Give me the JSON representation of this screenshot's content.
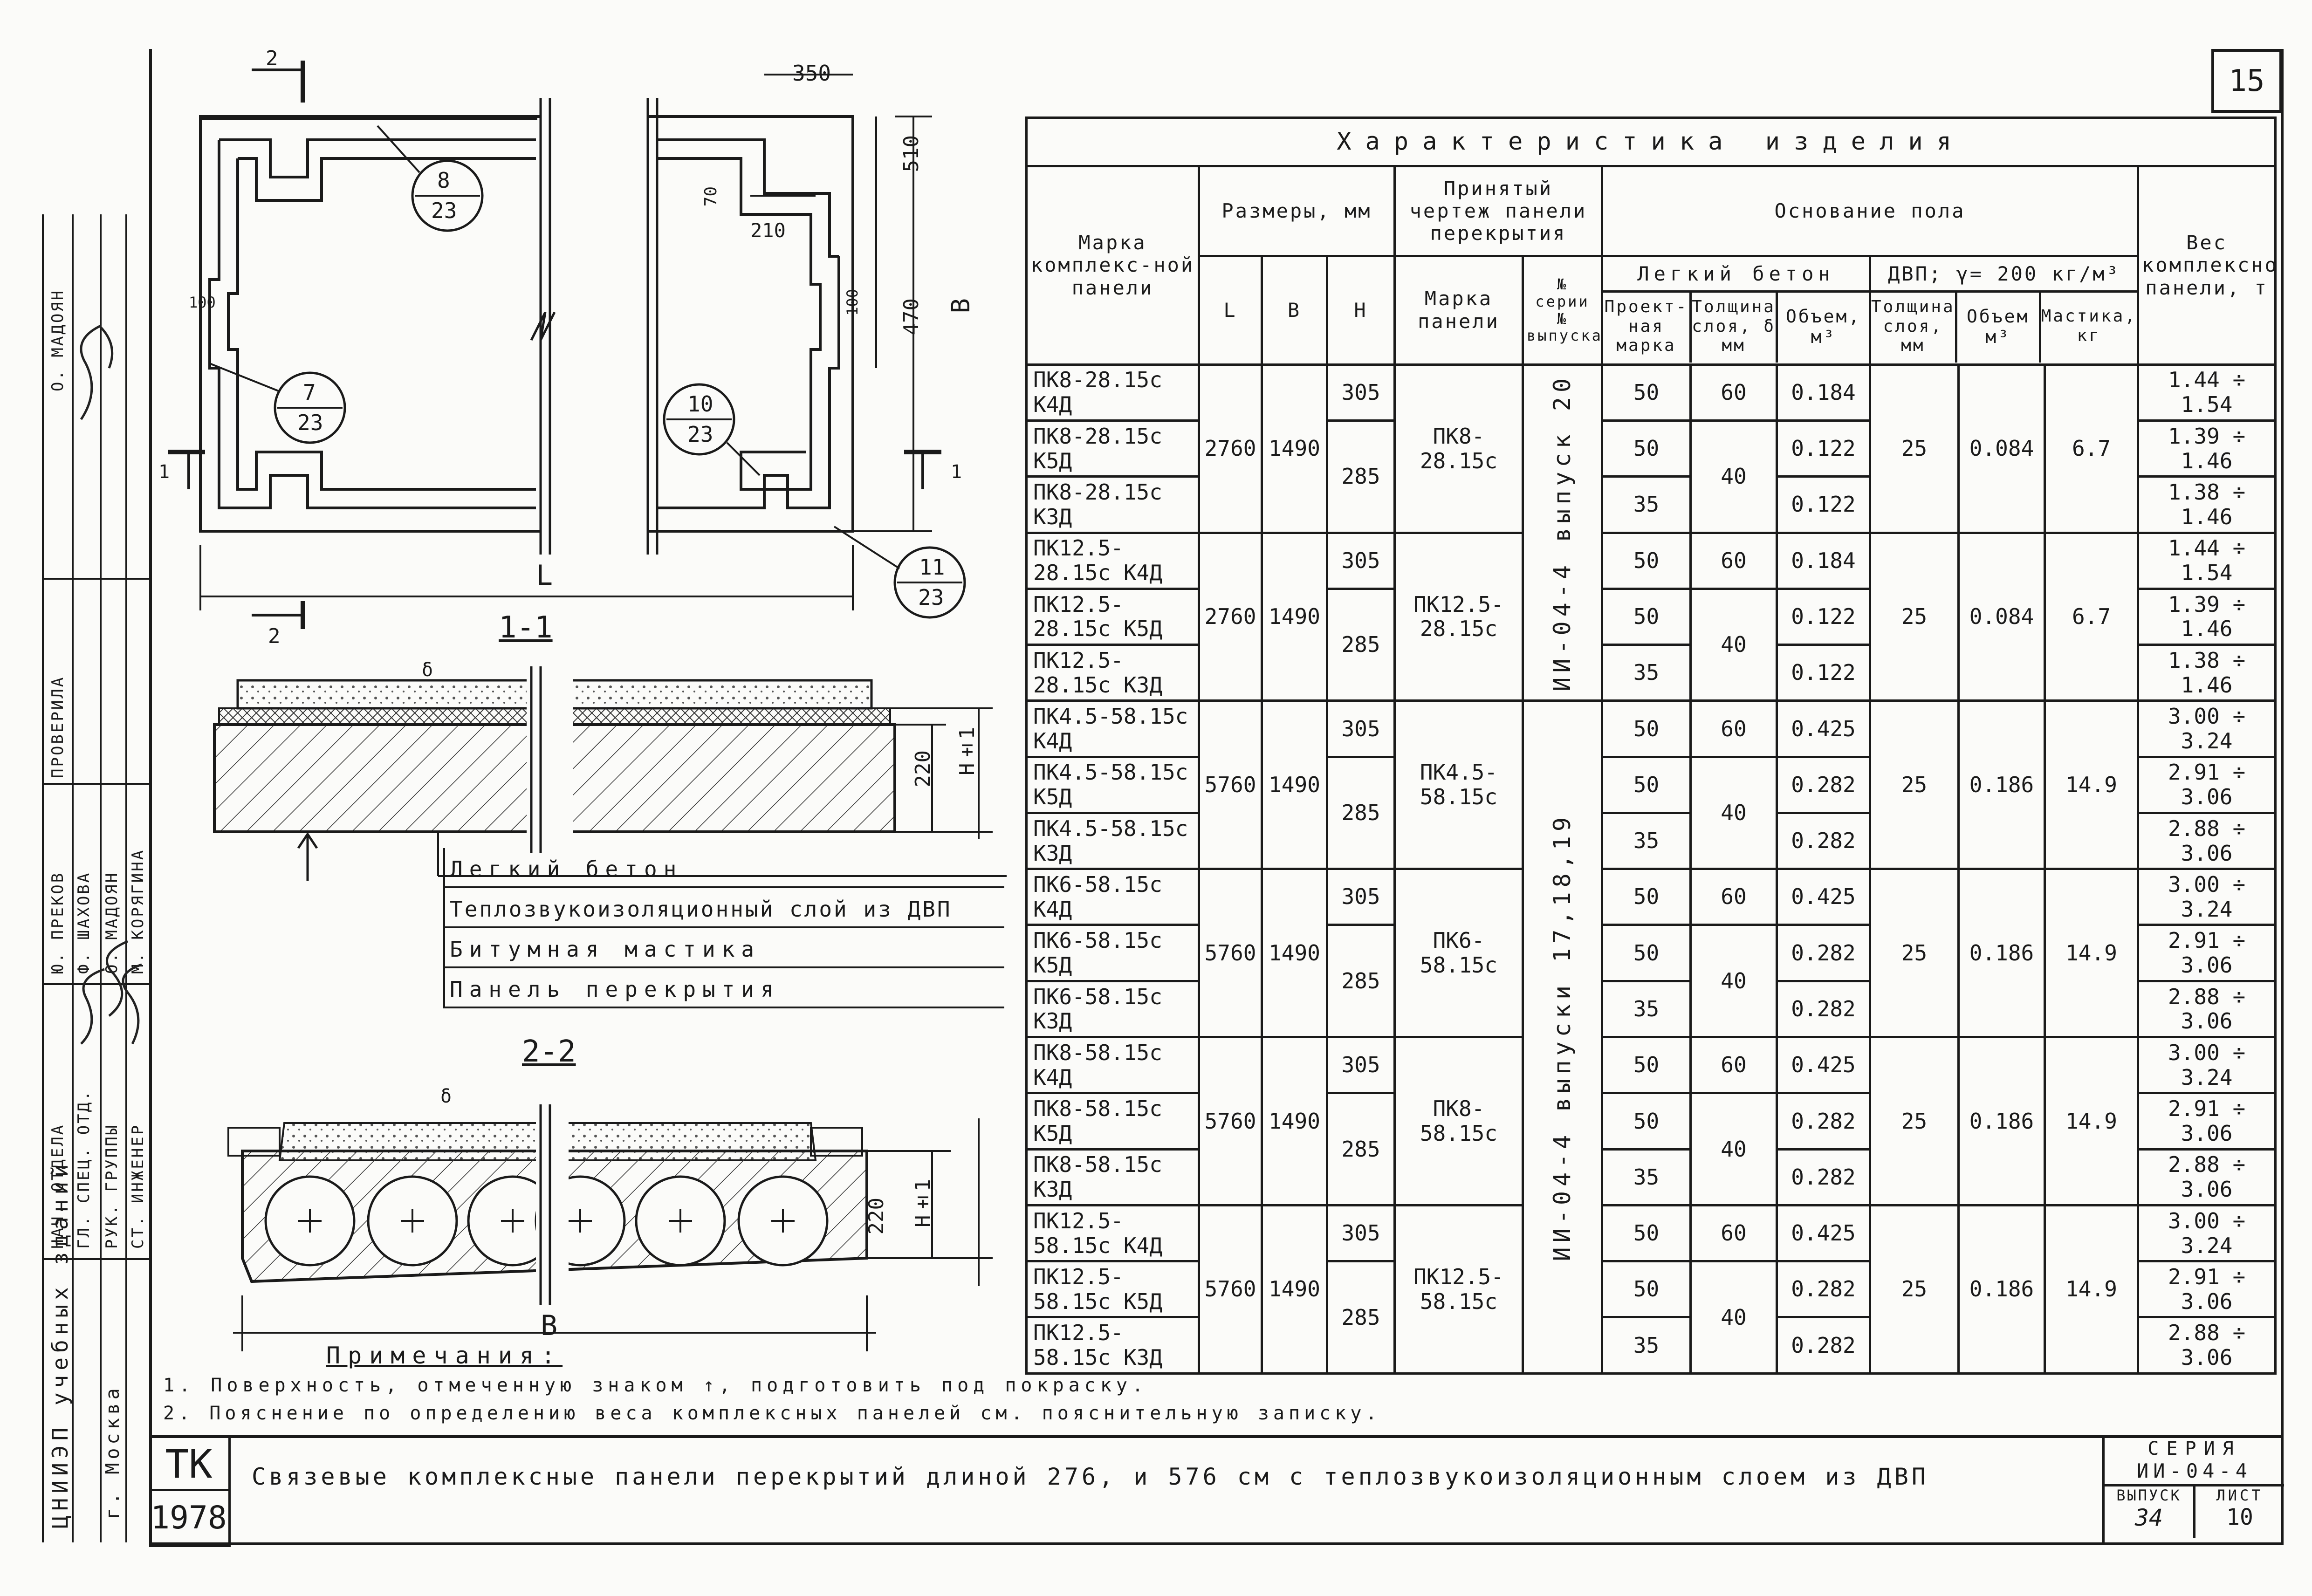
{
  "sheet_number": "15",
  "title_block": {
    "org_mark": "TK",
    "year": "1978",
    "title": "Связевые комплексные панели перекрытий длиной 276, и 576 см с теплозвукоизоляционным слоем из ДВП",
    "series_label": "СЕРИЯ",
    "series_value": "ИИ-04-4",
    "issue_label": "ВЫПУСК",
    "issue_value": "34",
    "sheet_label": "ЛИСТ",
    "sheet_value": "10"
  },
  "stamp": {
    "org": "ЦНИИЭП учебных зданий",
    "city": "г. Москва",
    "roles": [
      "НАЧ. ОТДЕЛА",
      "ГЛ. СПЕЦ. ОТД.",
      "РУК. ГРУППЫ",
      "СТ. ИНЖЕНЕР"
    ],
    "names": [
      "Ю. ПРЕКОВ",
      "Ф. ШАХОВА",
      "О. МАДОЯН",
      "М. КОРЯГИНА"
    ],
    "checked_label": "ПРОВЕРИЛА",
    "checked_name": "О. МАДОЯН"
  },
  "plan": {
    "dim_350": "350",
    "dim_510": "510",
    "dim_470": "470",
    "dim_210": "210",
    "dim_70": "70",
    "dim_100a": "100",
    "dim_100b": "100",
    "label_B": "В",
    "label_L": "L",
    "section_2": "2",
    "section_1": "1",
    "callouts": [
      {
        "top": "8",
        "bottom": "23"
      },
      {
        "top": "7",
        "bottom": "23"
      },
      {
        "top": "10",
        "bottom": "23"
      },
      {
        "top": "11",
        "bottom": "23"
      }
    ]
  },
  "section_1_1": {
    "title": "1-1",
    "dim_220": "220",
    "dim_H": "H±1",
    "dim_delta": "δ",
    "legend": [
      "Легкий бетон",
      "Теплозвукоизоляционный слой из ДВП",
      "Битумная мастика",
      "Панель перекрытия"
    ]
  },
  "section_2_2": {
    "title": "2-2",
    "dim_220": "220",
    "dim_H": "H±1",
    "dim_delta": "δ",
    "label_B": "B"
  },
  "notes": {
    "title": "Примечания:",
    "items": [
      "1. Поверхность, отмеченную знаком ↑, подготовить под покраску.",
      "2. Пояснение по определению веса комплексных панелей см. пояснительную записку."
    ]
  },
  "table": {
    "title": "Характеристика изделия",
    "h_mark": "Марка комплекс-ной панели",
    "h_dims": "Размеры, мм",
    "h_L": "L",
    "h_B": "В",
    "h_H": "Н",
    "h_accepted": "Принятый чертеж панели перекрытия",
    "h_panel_mark": "Марка панели",
    "h_series": "№ серии № выпуска",
    "h_base": "Основание пола",
    "h_light_concrete": "Легкий бетон",
    "h_dvp": "ДВП; γ= 200 кг/м³",
    "h_design_mark": "Проект-ная марка",
    "h_layer_thk": "Толщина слоя, δ мм",
    "h_volume": "Объем, м³",
    "h_dvp_thk": "Толщина слоя, мм",
    "h_dvp_vol": "Объем м³",
    "h_mastic": "Мастика, кг",
    "h_weight": "Вес комплексной панели, т",
    "series_top": "ИИ-04-4 выпуск 20",
    "series_bottom": "ИИ-04-4 выпуски 17,18,19",
    "groups": [
      {
        "L": "2760",
        "B": "1490",
        "panel": "ПК8-28.15с",
        "dvp_thk": "25",
        "dvp_vol": "0.084",
        "mastic": "6.7",
        "rows": [
          {
            "mark": "ПК8-28.15с К4Д",
            "H": "305",
            "design": "50",
            "thk": "60",
            "vol": "0.184",
            "weight": "1.44 ÷ 1.54"
          },
          {
            "mark": "ПК8-28.15с К5Д",
            "H": "285",
            "design": "50",
            "thk": "40",
            "vol": "0.122",
            "weight": "1.39 ÷ 1.46"
          },
          {
            "mark": "ПК8-28.15с К3Д",
            "H": "",
            "design": "35",
            "thk": "",
            "vol": "0.122",
            "weight": "1.38 ÷ 1.46"
          }
        ]
      },
      {
        "L": "2760",
        "B": "1490",
        "panel": "ПК12.5-28.15с",
        "dvp_thk": "25",
        "dvp_vol": "0.084",
        "mastic": "6.7",
        "rows": [
          {
            "mark": "ПК12.5-28.15с К4Д",
            "H": "305",
            "design": "50",
            "thk": "60",
            "vol": "0.184",
            "weight": "1.44 ÷ 1.54"
          },
          {
            "mark": "ПК12.5-28.15с К5Д",
            "H": "285",
            "design": "50",
            "thk": "40",
            "vol": "0.122",
            "weight": "1.39 ÷ 1.46"
          },
          {
            "mark": "ПК12.5-28.15с К3Д",
            "H": "",
            "design": "35",
            "thk": "",
            "vol": "0.122",
            "weight": "1.38 ÷ 1.46"
          }
        ]
      },
      {
        "L": "5760",
        "B": "1490",
        "panel": "ПК4.5-58.15с",
        "dvp_thk": "25",
        "dvp_vol": "0.186",
        "mastic": "14.9",
        "rows": [
          {
            "mark": "ПК4.5-58.15с К4Д",
            "H": "305",
            "design": "50",
            "thk": "60",
            "vol": "0.425",
            "weight": "3.00 ÷ 3.24"
          },
          {
            "mark": "ПК4.5-58.15с К5Д",
            "H": "285",
            "design": "50",
            "thk": "40",
            "vol": "0.282",
            "weight": "2.91 ÷ 3.06"
          },
          {
            "mark": "ПК4.5-58.15с К3Д",
            "H": "",
            "design": "35",
            "thk": "",
            "vol": "0.282",
            "weight": "2.88 ÷ 3.06"
          }
        ]
      },
      {
        "L": "5760",
        "B": "1490",
        "panel": "ПК6-58.15с",
        "dvp_thk": "25",
        "dvp_vol": "0.186",
        "mastic": "14.9",
        "rows": [
          {
            "mark": "ПК6-58.15с К4Д",
            "H": "305",
            "design": "50",
            "thk": "60",
            "vol": "0.425",
            "weight": "3.00 ÷ 3.24"
          },
          {
            "mark": "ПК6-58.15с К5Д",
            "H": "285",
            "design": "50",
            "thk": "40",
            "vol": "0.282",
            "weight": "2.91 ÷ 3.06"
          },
          {
            "mark": "ПК6-58.15с К3Д",
            "H": "",
            "design": "35",
            "thk": "",
            "vol": "0.282",
            "weight": "2.88 ÷ 3.06"
          }
        ]
      },
      {
        "L": "5760",
        "B": "1490",
        "panel": "ПК8-58.15с",
        "dvp_thk": "25",
        "dvp_vol": "0.186",
        "mastic": "14.9",
        "rows": [
          {
            "mark": "ПК8-58.15с К4Д",
            "H": "305",
            "design": "50",
            "thk": "60",
            "vol": "0.425",
            "weight": "3.00 ÷ 3.24"
          },
          {
            "mark": "ПК8-58.15с К5Д",
            "H": "285",
            "design": "50",
            "thk": "40",
            "vol": "0.282",
            "weight": "2.91 ÷ 3.06"
          },
          {
            "mark": "ПК8-58.15с К3Д",
            "H": "",
            "design": "35",
            "thk": "",
            "vol": "0.282",
            "weight": "2.88 ÷ 3.06"
          }
        ]
      },
      {
        "L": "5760",
        "B": "1490",
        "panel": "ПК12.5-58.15с",
        "dvp_thk": "25",
        "dvp_vol": "0.186",
        "mastic": "14.9",
        "rows": [
          {
            "mark": "ПК12.5-58.15с К4Д",
            "H": "305",
            "design": "50",
            "thk": "60",
            "vol": "0.425",
            "weight": "3.00 ÷ 3.24"
          },
          {
            "mark": "ПК12.5-58.15с К5Д",
            "H": "285",
            "design": "50",
            "thk": "40",
            "vol": "0.282",
            "weight": "2.91 ÷ 3.06"
          },
          {
            "mark": "ПК12.5-58.15с К3Д",
            "H": "",
            "design": "35",
            "thk": "",
            "vol": "0.282",
            "weight": "2.88 ÷ 3.06"
          }
        ]
      }
    ]
  }
}
